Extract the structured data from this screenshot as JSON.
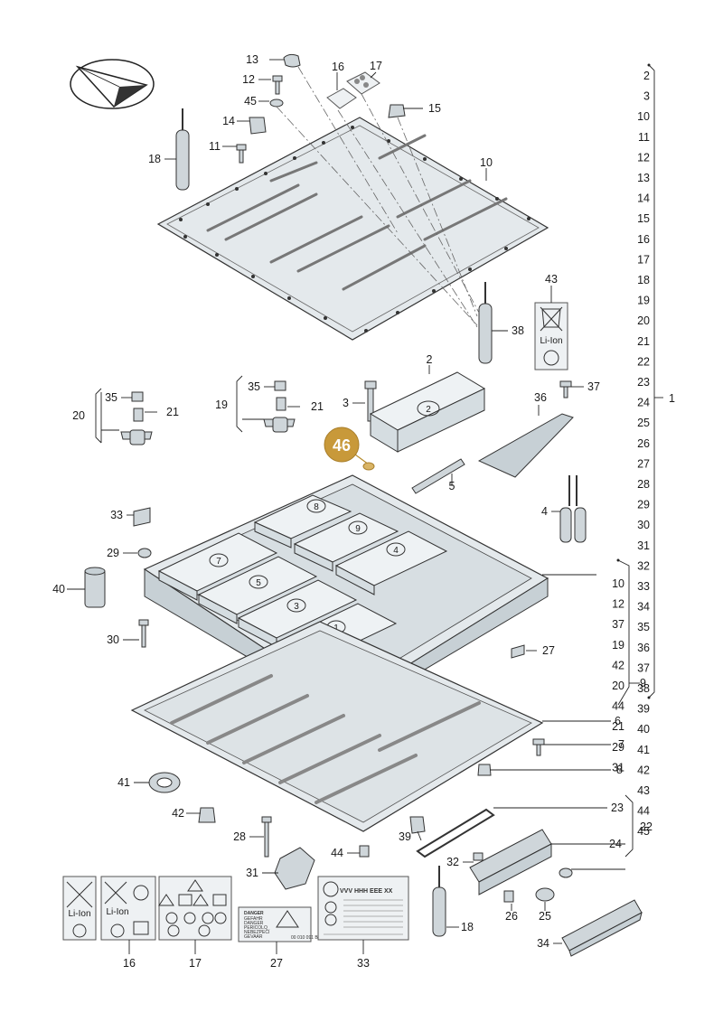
{
  "callouts": {
    "c2": "2",
    "c3": "3",
    "c4": "4",
    "c5": "5",
    "c6": "6",
    "c7": "7",
    "c8": "8",
    "c10": "10",
    "c11": "11",
    "c12": "12",
    "c13": "13",
    "c14": "14",
    "c15": "15",
    "c16": "16",
    "c17": "17",
    "c18": "18",
    "c19": "19",
    "c20": "20",
    "c21": "21",
    "c22": "22",
    "c23": "23",
    "c24": "24",
    "c25": "25",
    "c26": "26",
    "c27": "27",
    "c28": "28",
    "c29": "29",
    "c30": "30",
    "c31": "31",
    "c32": "32",
    "c33": "33",
    "c34": "34",
    "c35": "35",
    "c36": "36",
    "c37": "37",
    "c38": "38",
    "c39": "39",
    "c40": "40",
    "c41": "41",
    "c42": "42",
    "c43": "43",
    "c44": "44",
    "c45": "45"
  },
  "highlight_badge": "46",
  "group_1": {
    "label": "1",
    "items": [
      "2",
      "3",
      "10",
      "11",
      "12",
      "13",
      "14",
      "15",
      "16",
      "17",
      "18",
      "19",
      "20",
      "21",
      "22",
      "23",
      "24",
      "25",
      "26",
      "27",
      "28",
      "29",
      "30",
      "31",
      "32",
      "33",
      "34",
      "35",
      "36",
      "37",
      "38",
      "39",
      "40",
      "41",
      "42",
      "43",
      "44",
      "45"
    ]
  },
  "group_9": {
    "label": "9",
    "items": [
      "10",
      "12",
      "37",
      "19",
      "42",
      "20",
      "44",
      "21",
      "29",
      "31"
    ]
  },
  "module_numbers": [
    "8",
    "9",
    "7",
    "5",
    "3",
    "1",
    "4",
    "2"
  ],
  "label_text": {
    "li_ion": "Li-Ion",
    "danger": "DANGER",
    "danger_lines": [
      "GEFAHR",
      "DANGER",
      "PERICOLO",
      "NEBEZPEČÍ",
      "GEVAAR"
    ],
    "danger_code": "00 010 091 B",
    "type_plate_header": "VVV  HHH  EEE  XX"
  }
}
